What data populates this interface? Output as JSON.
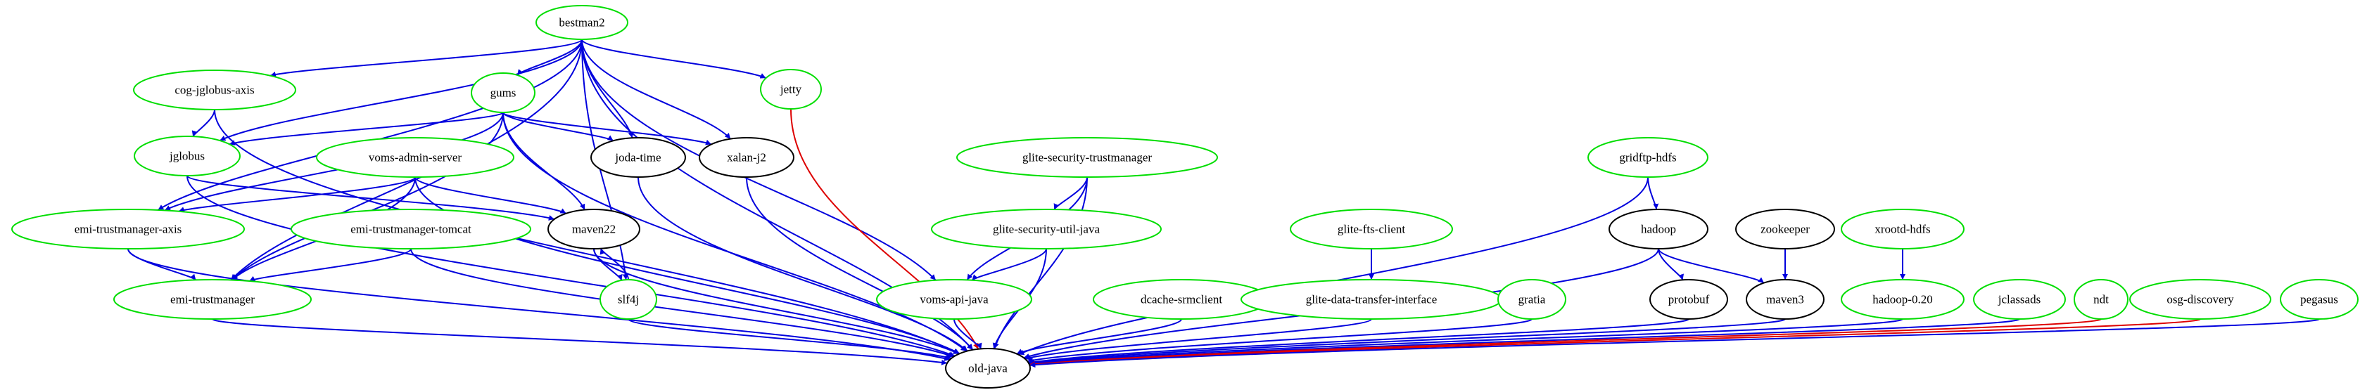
{
  "colors": {
    "green_node": "#00dd00",
    "black_node": "#000000",
    "blue_edge": "#0000dd",
    "red_edge": "#dd0000"
  },
  "nodes": [
    {
      "id": "bestman2",
      "label": "bestman2",
      "color": "green"
    },
    {
      "id": "cog-jglobus-axis",
      "label": "cog-jglobus-axis",
      "color": "green"
    },
    {
      "id": "gums",
      "label": "gums",
      "color": "green"
    },
    {
      "id": "jetty",
      "label": "jetty",
      "color": "green"
    },
    {
      "id": "jglobus",
      "label": "jglobus",
      "color": "green"
    },
    {
      "id": "voms-admin-server",
      "label": "voms-admin-server",
      "color": "green"
    },
    {
      "id": "joda-time",
      "label": "joda-time",
      "color": "black"
    },
    {
      "id": "xalan-j2",
      "label": "xalan-j2",
      "color": "black"
    },
    {
      "id": "glite-security-trustmanager",
      "label": "glite-security-trustmanager",
      "color": "green"
    },
    {
      "id": "gridftp-hdfs",
      "label": "gridftp-hdfs",
      "color": "green"
    },
    {
      "id": "emi-trustmanager-axis",
      "label": "emi-trustmanager-axis",
      "color": "green"
    },
    {
      "id": "emi-trustmanager-tomcat",
      "label": "emi-trustmanager-tomcat",
      "color": "green"
    },
    {
      "id": "maven22",
      "label": "maven22",
      "color": "black"
    },
    {
      "id": "glite-security-util-java",
      "label": "glite-security-util-java",
      "color": "green"
    },
    {
      "id": "glite-fts-client",
      "label": "glite-fts-client",
      "color": "green"
    },
    {
      "id": "hadoop",
      "label": "hadoop",
      "color": "black"
    },
    {
      "id": "zookeeper",
      "label": "zookeeper",
      "color": "black"
    },
    {
      "id": "xrootd-hdfs",
      "label": "xrootd-hdfs",
      "color": "green"
    },
    {
      "id": "emi-trustmanager",
      "label": "emi-trustmanager",
      "color": "green"
    },
    {
      "id": "slf4j",
      "label": "slf4j",
      "color": "green"
    },
    {
      "id": "voms-api-java",
      "label": "voms-api-java",
      "color": "green"
    },
    {
      "id": "dcache-srmclient",
      "label": "dcache-srmclient",
      "color": "green"
    },
    {
      "id": "glite-data-transfer-interface",
      "label": "glite-data-transfer-interface",
      "color": "green"
    },
    {
      "id": "gratia",
      "label": "gratia",
      "color": "green"
    },
    {
      "id": "protobuf",
      "label": "protobuf",
      "color": "black"
    },
    {
      "id": "maven3",
      "label": "maven3",
      "color": "black"
    },
    {
      "id": "hadoop-0.20",
      "label": "hadoop-0.20",
      "color": "green"
    },
    {
      "id": "jclassads",
      "label": "jclassads",
      "color": "green"
    },
    {
      "id": "ndt",
      "label": "ndt",
      "color": "green"
    },
    {
      "id": "osg-discovery",
      "label": "osg-discovery",
      "color": "green"
    },
    {
      "id": "pegasus",
      "label": "pegasus",
      "color": "green"
    },
    {
      "id": "old-java",
      "label": "old-java",
      "color": "black"
    }
  ],
  "edges": [
    {
      "from": "bestman2",
      "to": "cog-jglobus-axis",
      "color": "blue"
    },
    {
      "from": "bestman2",
      "to": "gums",
      "color": "blue"
    },
    {
      "from": "bestman2",
      "to": "jetty",
      "color": "blue"
    },
    {
      "from": "bestman2",
      "to": "jglobus",
      "color": "blue"
    },
    {
      "from": "bestman2",
      "to": "joda-time",
      "color": "blue"
    },
    {
      "from": "bestman2",
      "to": "xalan-j2",
      "color": "blue"
    },
    {
      "from": "bestman2",
      "to": "emi-trustmanager-axis",
      "color": "blue"
    },
    {
      "from": "bestman2",
      "to": "emi-trustmanager",
      "color": "blue"
    },
    {
      "from": "bestman2",
      "to": "slf4j",
      "color": "blue"
    },
    {
      "from": "bestman2",
      "to": "voms-api-java",
      "color": "blue"
    },
    {
      "from": "bestman2",
      "to": "old-java",
      "color": "blue"
    },
    {
      "from": "cog-jglobus-axis",
      "to": "jglobus",
      "color": "blue"
    },
    {
      "from": "cog-jglobus-axis",
      "to": "old-java",
      "color": "blue"
    },
    {
      "from": "gums",
      "to": "jglobus",
      "color": "blue"
    },
    {
      "from": "gums",
      "to": "joda-time",
      "color": "blue"
    },
    {
      "from": "gums",
      "to": "xalan-j2",
      "color": "blue"
    },
    {
      "from": "gums",
      "to": "emi-trustmanager-axis",
      "color": "blue"
    },
    {
      "from": "gums",
      "to": "emi-trustmanager",
      "color": "blue"
    },
    {
      "from": "gums",
      "to": "maven22",
      "color": "blue"
    },
    {
      "from": "gums",
      "to": "old-java",
      "color": "blue"
    },
    {
      "from": "jetty",
      "to": "old-java",
      "color": "red"
    },
    {
      "from": "jglobus",
      "to": "maven22",
      "color": "blue"
    },
    {
      "from": "jglobus",
      "to": "old-java",
      "color": "blue"
    },
    {
      "from": "voms-admin-server",
      "to": "emi-trustmanager-axis",
      "color": "blue"
    },
    {
      "from": "voms-admin-server",
      "to": "emi-trustmanager",
      "color": "blue"
    },
    {
      "from": "voms-admin-server",
      "to": "maven22",
      "color": "blue"
    },
    {
      "from": "voms-admin-server",
      "to": "old-java",
      "color": "blue"
    },
    {
      "from": "joda-time",
      "to": "old-java",
      "color": "blue"
    },
    {
      "from": "xalan-j2",
      "to": "old-java",
      "color": "blue"
    },
    {
      "from": "glite-security-trustmanager",
      "to": "glite-security-util-java",
      "color": "blue"
    },
    {
      "from": "glite-security-trustmanager",
      "to": "voms-api-java",
      "color": "blue"
    },
    {
      "from": "glite-security-trustmanager",
      "to": "old-java",
      "color": "blue"
    },
    {
      "from": "gridftp-hdfs",
      "to": "hadoop",
      "color": "blue"
    },
    {
      "from": "gridftp-hdfs",
      "to": "old-java",
      "color": "blue"
    },
    {
      "from": "emi-trustmanager-axis",
      "to": "emi-trustmanager",
      "color": "blue"
    },
    {
      "from": "emi-trustmanager-axis",
      "to": "old-java",
      "color": "blue"
    },
    {
      "from": "emi-trustmanager-tomcat",
      "to": "emi-trustmanager",
      "color": "blue"
    },
    {
      "from": "emi-trustmanager-tomcat",
      "to": "old-java",
      "color": "blue"
    },
    {
      "from": "maven22",
      "to": "slf4j",
      "color": "blue"
    },
    {
      "from": "maven22",
      "to": "old-java",
      "color": "blue"
    },
    {
      "from": "slf4j",
      "to": "maven22",
      "color": "blue"
    },
    {
      "from": "slf4j",
      "to": "old-java",
      "color": "blue"
    },
    {
      "from": "glite-security-util-java",
      "to": "voms-api-java",
      "color": "blue"
    },
    {
      "from": "glite-security-util-java",
      "to": "old-java",
      "color": "blue"
    },
    {
      "from": "glite-fts-client",
      "to": "glite-data-transfer-interface",
      "color": "blue"
    },
    {
      "from": "hadoop",
      "to": "protobuf",
      "color": "blue"
    },
    {
      "from": "hadoop",
      "to": "maven3",
      "color": "blue"
    },
    {
      "from": "hadoop",
      "to": "old-java",
      "color": "blue"
    },
    {
      "from": "zookeeper",
      "to": "maven3",
      "color": "blue"
    },
    {
      "from": "xrootd-hdfs",
      "to": "hadoop-0.20",
      "color": "blue"
    },
    {
      "from": "emi-trustmanager",
      "to": "old-java",
      "color": "blue"
    },
    {
      "from": "voms-api-java",
      "to": "old-java",
      "color": "blue"
    },
    {
      "from": "dcache-srmclient",
      "to": "old-java",
      "color": "blue"
    },
    {
      "from": "glite-data-transfer-interface",
      "to": "old-java",
      "color": "blue"
    },
    {
      "from": "gratia",
      "to": "old-java",
      "color": "blue"
    },
    {
      "from": "protobuf",
      "to": "old-java",
      "color": "blue"
    },
    {
      "from": "maven3",
      "to": "old-java",
      "color": "blue"
    },
    {
      "from": "hadoop-0.20",
      "to": "old-java",
      "color": "blue"
    },
    {
      "from": "jclassads",
      "to": "old-java",
      "color": "blue"
    },
    {
      "from": "ndt",
      "to": "old-java",
      "color": "red"
    },
    {
      "from": "osg-discovery",
      "to": "old-java",
      "color": "red"
    },
    {
      "from": "pegasus",
      "to": "old-java",
      "color": "blue"
    }
  ]
}
